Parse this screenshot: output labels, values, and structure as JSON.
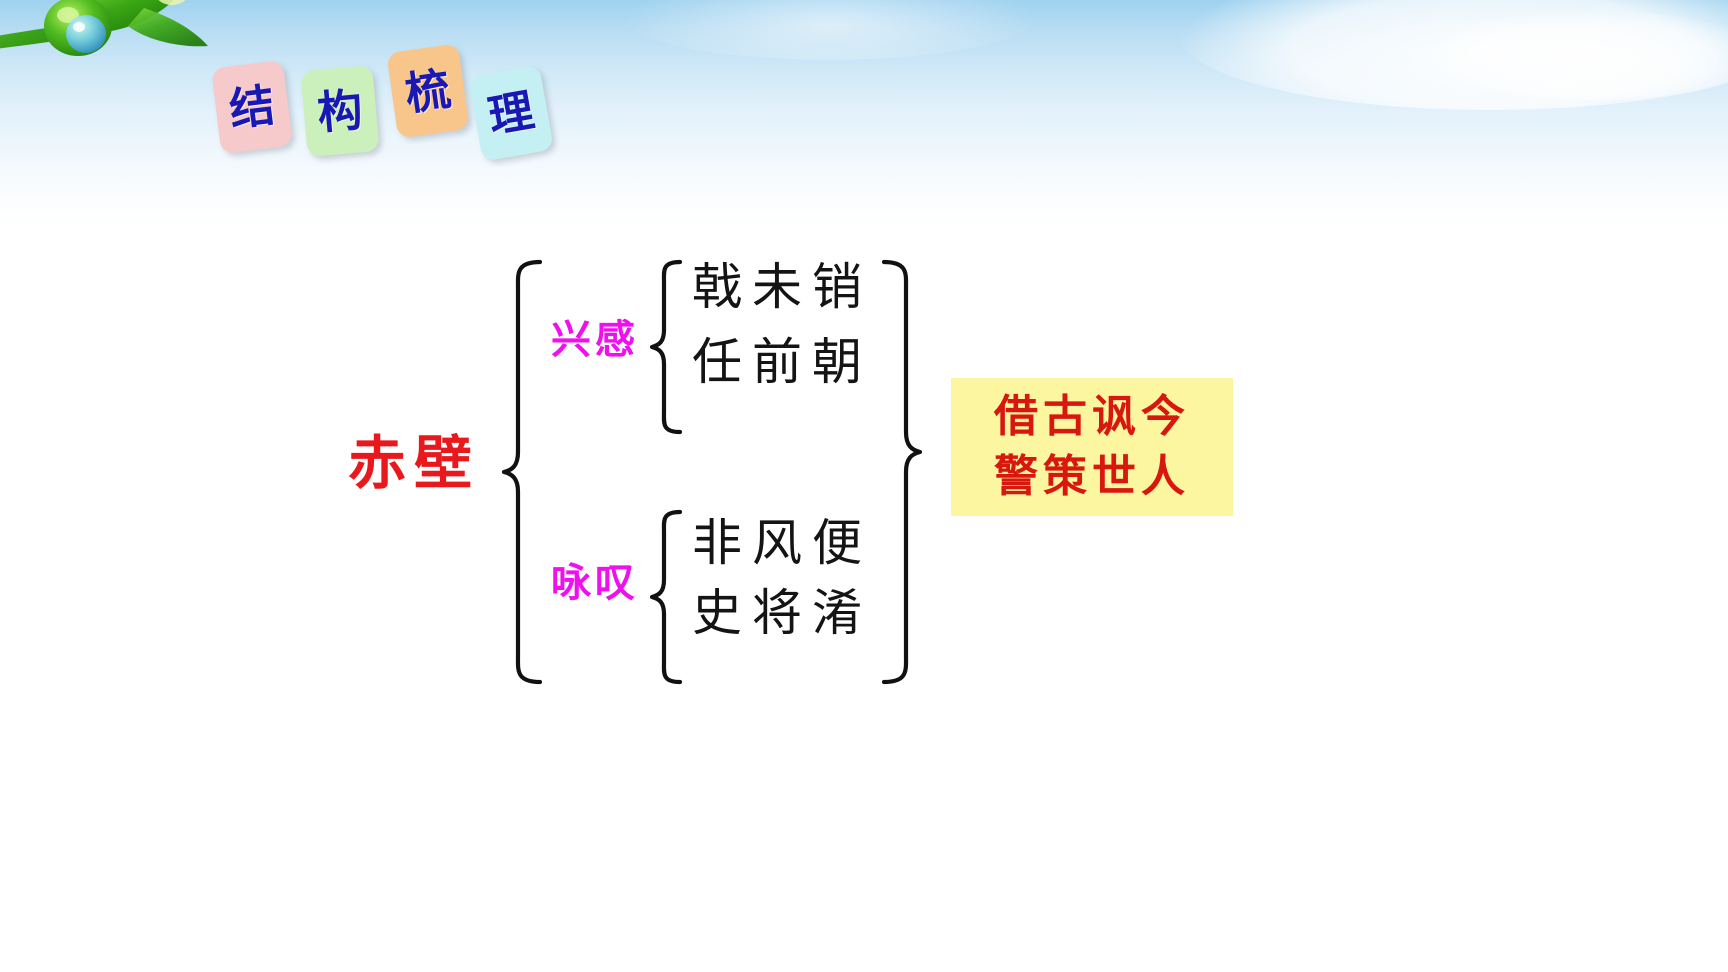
{
  "slide": {
    "background_color": "#ffffff",
    "banner_color_top": "#9fd2f0"
  },
  "decoration": {
    "leaf_icon_name": "leaf-dewdrop-icon"
  },
  "title_cards": {
    "heading_text": "结构梳理",
    "text_color": "#1a18b4",
    "items": [
      {
        "label": "结",
        "color": "#f6c9cb"
      },
      {
        "label": "构",
        "color": "#cbf0bb"
      },
      {
        "label": "梳",
        "color": "#f8c58b"
      },
      {
        "label": "理",
        "color": "#c5f0f3"
      }
    ]
  },
  "diagram": {
    "root": {
      "label": "赤壁",
      "color": "#e8181c"
    },
    "branches": [
      {
        "label": "兴感",
        "color": "#ee11ee",
        "lines": [
          "戟未销",
          "任前朝"
        ]
      },
      {
        "label": "咏叹",
        "color": "#ee11ee",
        "lines": [
          "非风便",
          "史将淆"
        ]
      }
    ],
    "conclusion": {
      "lines": [
        "借古讽今",
        "警策世人"
      ],
      "text_color": "#d8170f",
      "highlight_color": "#fcf6a0"
    }
  }
}
